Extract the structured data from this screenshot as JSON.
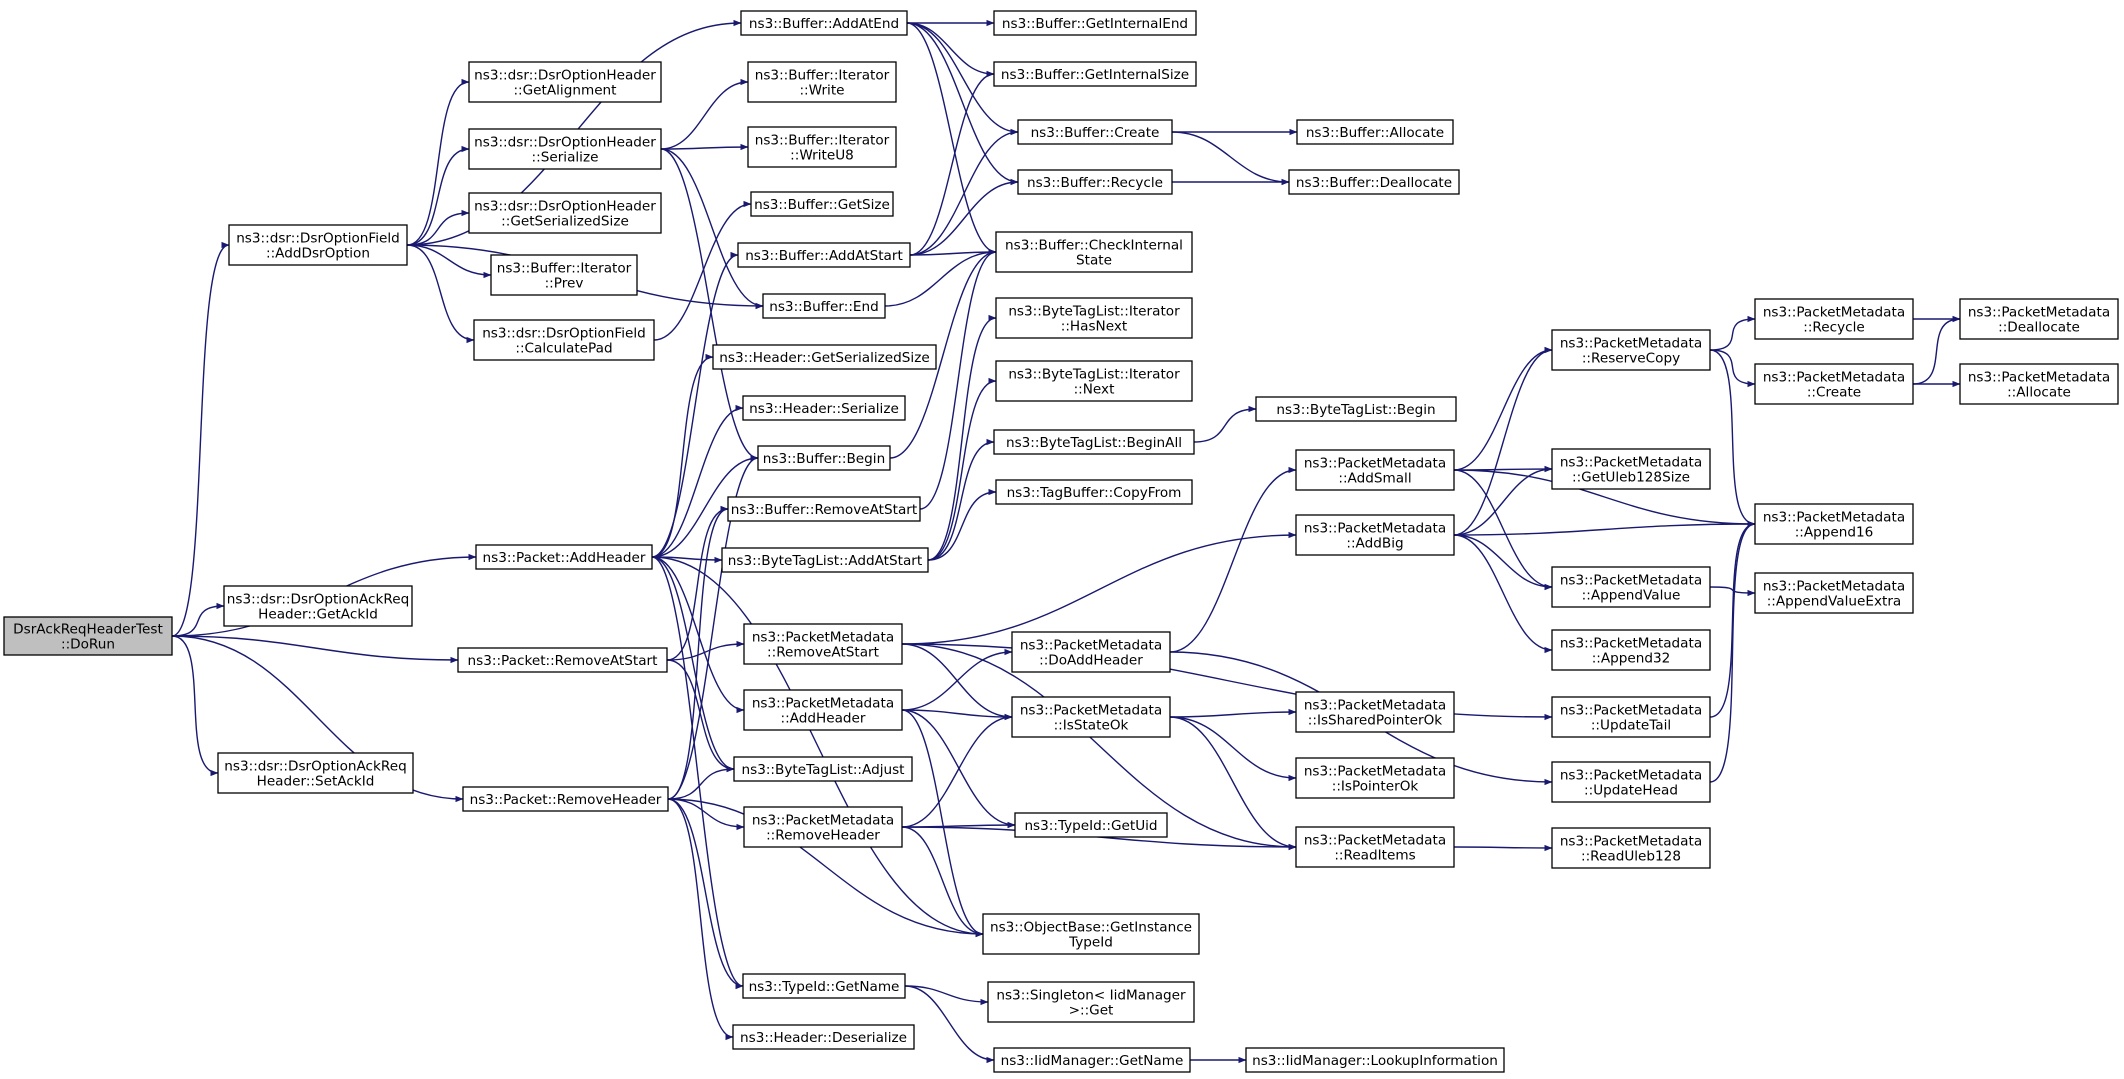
{
  "nodes": [
    {
      "id": "root",
      "lines": [
        "DsrAckReqHeaderTest",
        "::DoRun"
      ],
      "root": true
    },
    {
      "id": "addDsrOption",
      "lines": [
        "ns3::dsr::DsrOptionField",
        "::AddDsrOption"
      ]
    },
    {
      "id": "getAckId",
      "lines": [
        "ns3::dsr::DsrOptionAckReq",
        "Header::GetAckId"
      ]
    },
    {
      "id": "setAckId",
      "lines": [
        "ns3::dsr::DsrOptionAckReq",
        "Header::SetAckId"
      ]
    },
    {
      "id": "pktAddHeader",
      "lines": [
        "ns3::Packet::AddHeader"
      ]
    },
    {
      "id": "pktRemoveAtStart",
      "lines": [
        "ns3::Packet::RemoveAtStart"
      ]
    },
    {
      "id": "pktRemoveHeader",
      "lines": [
        "ns3::Packet::RemoveHeader"
      ]
    },
    {
      "id": "optGetAlignment",
      "lines": [
        "ns3::dsr::DsrOptionHeader",
        "::GetAlignment"
      ]
    },
    {
      "id": "optSerialize",
      "lines": [
        "ns3::dsr::DsrOptionHeader",
        "::Serialize"
      ]
    },
    {
      "id": "optGetSerializedSize",
      "lines": [
        "ns3::dsr::DsrOptionHeader",
        "::GetSerializedSize"
      ]
    },
    {
      "id": "iterPrev",
      "lines": [
        "ns3::Buffer::Iterator",
        "::Prev"
      ]
    },
    {
      "id": "calculatePad",
      "lines": [
        "ns3::dsr::DsrOptionField",
        "::CalculatePad"
      ]
    },
    {
      "id": "bufAddAtEnd",
      "lines": [
        "ns3::Buffer::AddAtEnd"
      ]
    },
    {
      "id": "iterWrite",
      "lines": [
        "ns3::Buffer::Iterator",
        "::Write"
      ]
    },
    {
      "id": "iterWriteU8",
      "lines": [
        "ns3::Buffer::Iterator",
        "::WriteU8"
      ]
    },
    {
      "id": "bufGetSize",
      "lines": [
        "ns3::Buffer::GetSize"
      ]
    },
    {
      "id": "bufAddAtStart",
      "lines": [
        "ns3::Buffer::AddAtStart"
      ]
    },
    {
      "id": "bufEnd",
      "lines": [
        "ns3::Buffer::End"
      ]
    },
    {
      "id": "hdrGetSerializedSize",
      "lines": [
        "ns3::Header::GetSerializedSize"
      ]
    },
    {
      "id": "hdrSerialize",
      "lines": [
        "ns3::Header::Serialize"
      ]
    },
    {
      "id": "bufBegin",
      "lines": [
        "ns3::Buffer::Begin"
      ]
    },
    {
      "id": "bufRemoveAtStart",
      "lines": [
        "ns3::Buffer::RemoveAtStart"
      ]
    },
    {
      "id": "btlAddAtStart",
      "lines": [
        "ns3::ByteTagList::AddAtStart"
      ]
    },
    {
      "id": "pmRemoveAtStart",
      "lines": [
        "ns3::PacketMetadata",
        "::RemoveAtStart"
      ]
    },
    {
      "id": "pmAddHeader",
      "lines": [
        "ns3::PacketMetadata",
        "::AddHeader"
      ]
    },
    {
      "id": "btlAdjust",
      "lines": [
        "ns3::ByteTagList::Adjust"
      ]
    },
    {
      "id": "pmRemoveHeader",
      "lines": [
        "ns3::PacketMetadata",
        "::RemoveHeader"
      ]
    },
    {
      "id": "typeIdGetName",
      "lines": [
        "ns3::TypeId::GetName"
      ]
    },
    {
      "id": "hdrDeserialize",
      "lines": [
        "ns3::Header::Deserialize"
      ]
    },
    {
      "id": "bufGetInternalEnd",
      "lines": [
        "ns3::Buffer::GetInternalEnd"
      ]
    },
    {
      "id": "bufGetInternalSize",
      "lines": [
        "ns3::Buffer::GetInternalSize"
      ]
    },
    {
      "id": "bufCreate",
      "lines": [
        "ns3::Buffer::Create"
      ]
    },
    {
      "id": "bufRecycle",
      "lines": [
        "ns3::Buffer::Recycle"
      ]
    },
    {
      "id": "bufCheckInternalState",
      "lines": [
        "ns3::Buffer::CheckInternal",
        "State"
      ]
    },
    {
      "id": "btlIterHasNext",
      "lines": [
        "ns3::ByteTagList::Iterator",
        "::HasNext"
      ]
    },
    {
      "id": "btlIterNext",
      "lines": [
        "ns3::ByteTagList::Iterator",
        "::Next"
      ]
    },
    {
      "id": "btlBeginAll",
      "lines": [
        "ns3::ByteTagList::BeginAll"
      ]
    },
    {
      "id": "tagBufCopyFrom",
      "lines": [
        "ns3::TagBuffer::CopyFrom"
      ]
    },
    {
      "id": "pmDoAddHeader",
      "lines": [
        "ns3::PacketMetadata",
        "::DoAddHeader"
      ]
    },
    {
      "id": "pmIsStateOk",
      "lines": [
        "ns3::PacketMetadata",
        "::IsStateOk"
      ]
    },
    {
      "id": "typeIdGetUid",
      "lines": [
        "ns3::TypeId::GetUid"
      ]
    },
    {
      "id": "objGetInstanceTypeId",
      "lines": [
        "ns3::ObjectBase::GetInstance",
        "TypeId"
      ]
    },
    {
      "id": "singletonGet",
      "lines": [
        "ns3::Singleton< IidManager",
        " >::Get"
      ]
    },
    {
      "id": "iidGetName",
      "lines": [
        "ns3::IidManager::GetName"
      ]
    },
    {
      "id": "bufAllocate",
      "lines": [
        "ns3::Buffer::Allocate"
      ]
    },
    {
      "id": "bufDeallocate",
      "lines": [
        "ns3::Buffer::Deallocate"
      ]
    },
    {
      "id": "btlBegin",
      "lines": [
        "ns3::ByteTagList::Begin"
      ]
    },
    {
      "id": "pmAddSmall",
      "lines": [
        "ns3::PacketMetadata",
        "::AddSmall"
      ]
    },
    {
      "id": "pmAddBig",
      "lines": [
        "ns3::PacketMetadata",
        "::AddBig"
      ]
    },
    {
      "id": "pmIsSharedPointerOk",
      "lines": [
        "ns3::PacketMetadata",
        "::IsSharedPointerOk"
      ]
    },
    {
      "id": "pmIsPointerOk",
      "lines": [
        "ns3::PacketMetadata",
        "::IsPointerOk"
      ]
    },
    {
      "id": "pmReadItems",
      "lines": [
        "ns3::PacketMetadata",
        "::ReadItems"
      ]
    },
    {
      "id": "iidLookupInformation",
      "lines": [
        "ns3::IidManager::LookupInformation"
      ]
    },
    {
      "id": "pmReserveCopy",
      "lines": [
        "ns3::PacketMetadata",
        "::ReserveCopy"
      ]
    },
    {
      "id": "pmGetUleb128Size",
      "lines": [
        "ns3::PacketMetadata",
        "::GetUleb128Size"
      ]
    },
    {
      "id": "pmAppendValue",
      "lines": [
        "ns3::PacketMetadata",
        "::AppendValue"
      ]
    },
    {
      "id": "pmAppend32",
      "lines": [
        "ns3::PacketMetadata",
        "::Append32"
      ]
    },
    {
      "id": "pmUpdateTail",
      "lines": [
        "ns3::PacketMetadata",
        "::UpdateTail"
      ]
    },
    {
      "id": "pmUpdateHead",
      "lines": [
        "ns3::PacketMetadata",
        "::UpdateHead"
      ]
    },
    {
      "id": "pmReadUleb128",
      "lines": [
        "ns3::PacketMetadata",
        "::ReadUleb128"
      ]
    },
    {
      "id": "pmRecycle",
      "lines": [
        "ns3::PacketMetadata",
        "::Recycle"
      ]
    },
    {
      "id": "pmCreate",
      "lines": [
        "ns3::PacketMetadata",
        "::Create"
      ]
    },
    {
      "id": "pmAppend16",
      "lines": [
        "ns3::PacketMetadata",
        "::Append16"
      ]
    },
    {
      "id": "pmAppendValueExtra",
      "lines": [
        "ns3::PacketMetadata",
        "::AppendValueExtra"
      ]
    },
    {
      "id": "pmDeallocate",
      "lines": [
        "ns3::PacketMetadata",
        "::Deallocate"
      ]
    },
    {
      "id": "pmAllocate",
      "lines": [
        "ns3::PacketMetadata",
        "::Allocate"
      ]
    }
  ],
  "edges": [
    [
      "root",
      "addDsrOption"
    ],
    [
      "root",
      "getAckId"
    ],
    [
      "root",
      "setAckId"
    ],
    [
      "root",
      "pktAddHeader"
    ],
    [
      "root",
      "pktRemoveAtStart"
    ],
    [
      "root",
      "pktRemoveHeader"
    ],
    [
      "addDsrOption",
      "bufAddAtEnd"
    ],
    [
      "addDsrOption",
      "optGetAlignment"
    ],
    [
      "addDsrOption",
      "optSerialize"
    ],
    [
      "addDsrOption",
      "optGetSerializedSize"
    ],
    [
      "addDsrOption",
      "iterPrev"
    ],
    [
      "addDsrOption",
      "calculatePad"
    ],
    [
      "addDsrOption",
      "bufEnd"
    ],
    [
      "optSerialize",
      "iterWrite"
    ],
    [
      "optSerialize",
      "iterWriteU8"
    ],
    [
      "optSerialize",
      "bufBegin"
    ],
    [
      "optSerialize",
      "bufEnd"
    ],
    [
      "calculatePad",
      "bufGetSize"
    ],
    [
      "bufAddAtEnd",
      "bufGetInternalEnd"
    ],
    [
      "bufAddAtEnd",
      "bufGetInternalSize"
    ],
    [
      "bufAddAtEnd",
      "bufCreate"
    ],
    [
      "bufAddAtEnd",
      "bufRecycle"
    ],
    [
      "bufAddAtEnd",
      "bufCheckInternalState"
    ],
    [
      "bufAddAtStart",
      "bufGetInternalSize"
    ],
    [
      "bufAddAtStart",
      "bufCreate"
    ],
    [
      "bufAddAtStart",
      "bufRecycle"
    ],
    [
      "bufAddAtStart",
      "bufCheckInternalState"
    ],
    [
      "bufEnd",
      "bufCheckInternalState"
    ],
    [
      "bufBegin",
      "bufCheckInternalState"
    ],
    [
      "bufRemoveAtStart",
      "bufCheckInternalState"
    ],
    [
      "bufCreate",
      "bufAllocate"
    ],
    [
      "bufCreate",
      "bufDeallocate"
    ],
    [
      "bufRecycle",
      "bufDeallocate"
    ],
    [
      "pktAddHeader",
      "bufAddAtStart"
    ],
    [
      "pktAddHeader",
      "hdrGetSerializedSize"
    ],
    [
      "pktAddHeader",
      "hdrSerialize"
    ],
    [
      "pktAddHeader",
      "bufBegin"
    ],
    [
      "pktAddHeader",
      "btlAddAtStart"
    ],
    [
      "pktAddHeader",
      "pmAddHeader"
    ],
    [
      "pktAddHeader",
      "btlAdjust"
    ],
    [
      "pktAddHeader",
      "objGetInstanceTypeId"
    ],
    [
      "pktAddHeader",
      "typeIdGetName"
    ],
    [
      "pktRemoveAtStart",
      "bufRemoveAtStart"
    ],
    [
      "pktRemoveAtStart",
      "pmRemoveAtStart"
    ],
    [
      "pktRemoveAtStart",
      "btlAdjust"
    ],
    [
      "pktRemoveHeader",
      "bufBegin"
    ],
    [
      "pktRemoveHeader",
      "bufRemoveAtStart"
    ],
    [
      "pktRemoveHeader",
      "btlAdjust"
    ],
    [
      "pktRemoveHeader",
      "pmRemoveHeader"
    ],
    [
      "pktRemoveHeader",
      "objGetInstanceTypeId"
    ],
    [
      "pktRemoveHeader",
      "typeIdGetName"
    ],
    [
      "pktRemoveHeader",
      "hdrDeserialize"
    ],
    [
      "btlAddAtStart",
      "btlIterHasNext"
    ],
    [
      "btlAddAtStart",
      "btlIterNext"
    ],
    [
      "btlAddAtStart",
      "btlBeginAll"
    ],
    [
      "btlAddAtStart",
      "tagBufCopyFrom"
    ],
    [
      "btlBeginAll",
      "btlBegin"
    ],
    [
      "pmRemoveAtStart",
      "pmAddBig"
    ],
    [
      "pmRemoveAtStart",
      "pmIsStateOk"
    ],
    [
      "pmRemoveAtStart",
      "pmReadItems"
    ],
    [
      "pmRemoveAtStart",
      "pmUpdateTail"
    ],
    [
      "pmAddHeader",
      "pmDoAddHeader"
    ],
    [
      "pmAddHeader",
      "pmIsStateOk"
    ],
    [
      "pmAddHeader",
      "typeIdGetUid"
    ],
    [
      "pmAddHeader",
      "objGetInstanceTypeId"
    ],
    [
      "pmRemoveHeader",
      "pmIsStateOk"
    ],
    [
      "pmRemoveHeader",
      "typeIdGetUid"
    ],
    [
      "pmRemoveHeader",
      "pmReadItems"
    ],
    [
      "pmRemoveHeader",
      "objGetInstanceTypeId"
    ],
    [
      "typeIdGetName",
      "singletonGet"
    ],
    [
      "typeIdGetName",
      "iidGetName"
    ],
    [
      "iidGetName",
      "iidLookupInformation"
    ],
    [
      "pmDoAddHeader",
      "pmAddSmall"
    ],
    [
      "pmDoAddHeader",
      "pmUpdateHead"
    ],
    [
      "pmIsStateOk",
      "pmIsSharedPointerOk"
    ],
    [
      "pmIsStateOk",
      "pmIsPointerOk"
    ],
    [
      "pmIsStateOk",
      "pmReadItems"
    ],
    [
      "pmAddSmall",
      "pmReserveCopy"
    ],
    [
      "pmAddSmall",
      "pmGetUleb128Size"
    ],
    [
      "pmAddSmall",
      "pmAppendValue"
    ],
    [
      "pmAddSmall",
      "pmAppend16"
    ],
    [
      "pmAddBig",
      "pmReserveCopy"
    ],
    [
      "pmAddBig",
      "pmGetUleb128Size"
    ],
    [
      "pmAddBig",
      "pmAppendValue"
    ],
    [
      "pmAddBig",
      "pmAppend32"
    ],
    [
      "pmAddBig",
      "pmAppend16"
    ],
    [
      "pmReadItems",
      "pmReadUleb128"
    ],
    [
      "pmReserveCopy",
      "pmRecycle"
    ],
    [
      "pmReserveCopy",
      "pmCreate"
    ],
    [
      "pmReserveCopy",
      "pmAppend16"
    ],
    [
      "pmAppendValue",
      "pmAppendValueExtra"
    ],
    [
      "pmUpdateTail",
      "pmAppend16"
    ],
    [
      "pmUpdateHead",
      "pmAppend16"
    ],
    [
      "pmRecycle",
      "pmDeallocate"
    ],
    [
      "pmCreate",
      "pmDeallocate"
    ],
    [
      "pmCreate",
      "pmAllocate"
    ]
  ]
}
